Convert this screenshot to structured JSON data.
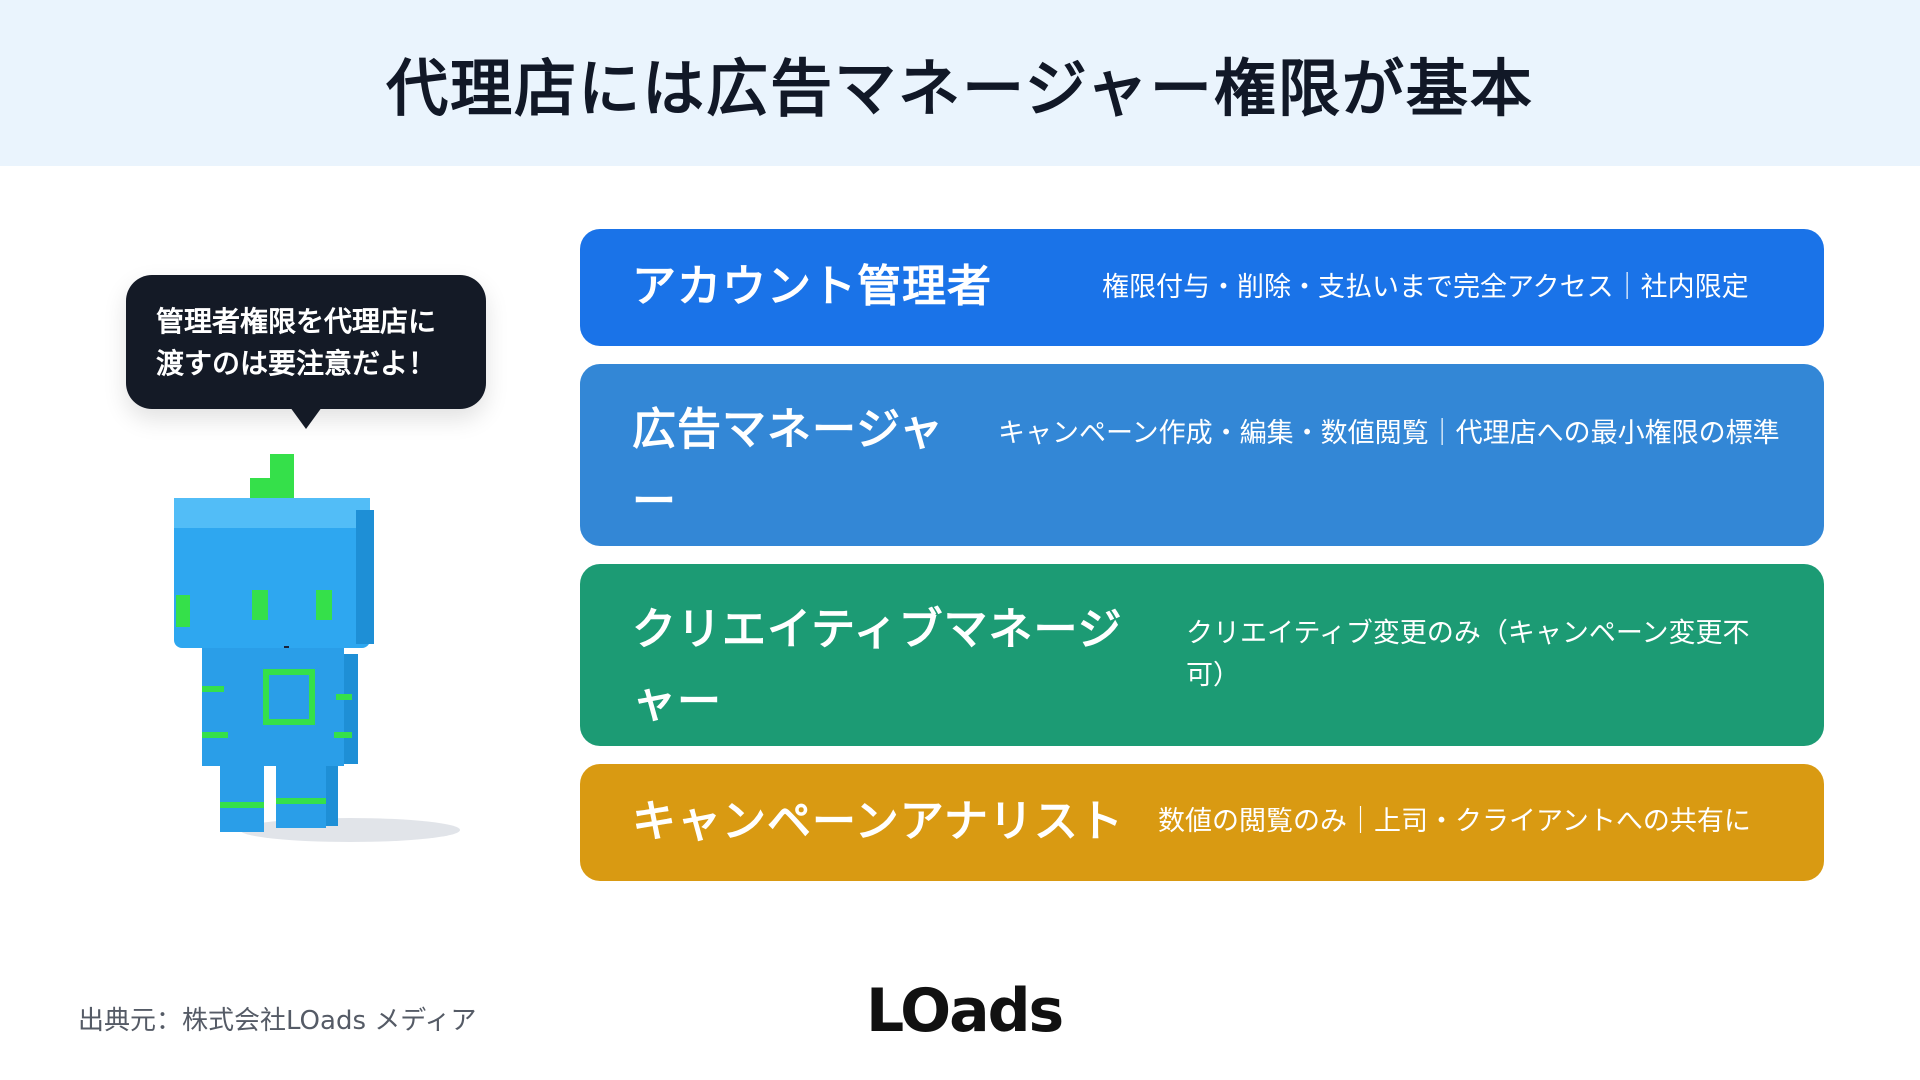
{
  "header": {
    "title": "代理店には広告マネージャー権限が基本"
  },
  "bubble": {
    "line1": "管理者権限を代理店に",
    "line2": "渡すのは要注意だよ！"
  },
  "roles": [
    {
      "title": "アカウント管理者",
      "desc": "権限付与・削除・支払いまで完全アクセス｜社内限定",
      "color": "#1a73e8"
    },
    {
      "title": "広告マネージャー",
      "desc": "キャンペーン作成・編集・数値閲覧｜代理店への最小権限の標準",
      "color": "#3387d6"
    },
    {
      "title": "クリエイティブマネージャー",
      "desc": "クリエイティブ変更のみ（キャンペーン変更不可）",
      "color": "#1c9b74"
    },
    {
      "title": "キャンペーンアナリスト",
      "desc": "数値の閲覧のみ｜上司・クライアントへの共有に",
      "color": "#d99a12"
    }
  ],
  "footer": {
    "source": "出典元：株式会社LOads メディア",
    "logo": "LOads"
  }
}
